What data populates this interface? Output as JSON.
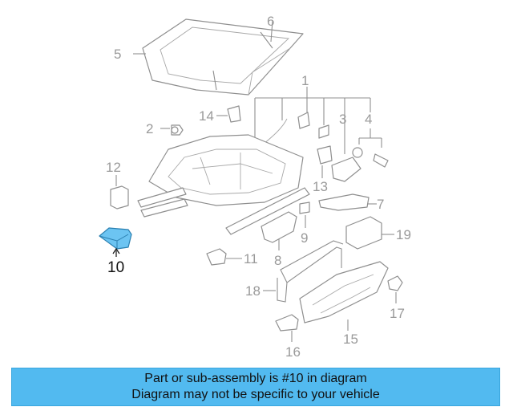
{
  "callouts": {
    "c1": "1",
    "c2": "2",
    "c3": "3",
    "c4": "4",
    "c5": "5",
    "c6": "6",
    "c7": "7",
    "c8": "8",
    "c9": "9",
    "c10": "10",
    "c11": "11",
    "c12": "12",
    "c13": "13",
    "c14": "14",
    "c15": "15",
    "c16": "16",
    "c17": "17",
    "c18": "18",
    "c19": "19"
  },
  "highlight": {
    "part_number": "10",
    "color": "#6cc4f2"
  },
  "banner": {
    "line1": "Part or sub-assembly is #10 in diagram",
    "line2": "Diagram may not be specific to your vehicle",
    "color": "#52baf0"
  }
}
